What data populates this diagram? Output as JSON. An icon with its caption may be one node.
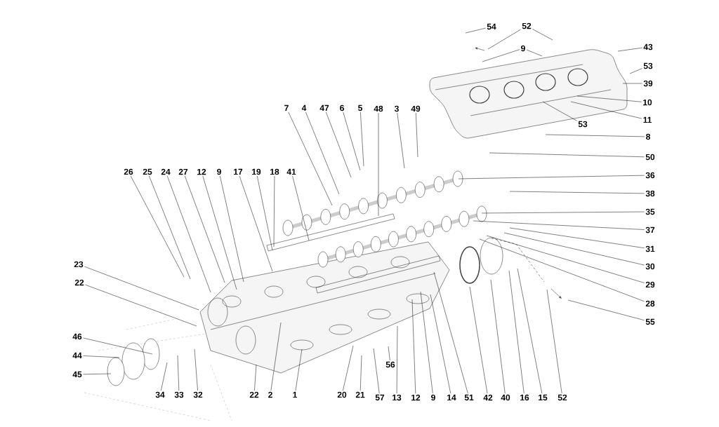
{
  "diagram": {
    "nodes": [
      {
        "text": [
          "54"
        ]
      },
      {
        "text": [
          "52"
        ]
      },
      {
        "text": [
          "43"
        ]
      },
      {
        "text": [
          "9"
        ]
      },
      {
        "text": [
          "53"
        ]
      },
      {
        "text": [
          "39"
        ]
      },
      {
        "text": [
          "10"
        ]
      },
      {
        "text": [
          "7"
        ]
      },
      {
        "text": [
          "4"
        ]
      },
      {
        "text": [
          "47"
        ]
      },
      {
        "text": [
          "6"
        ]
      },
      {
        "text": [
          "5"
        ]
      },
      {
        "text": [
          "48"
        ]
      },
      {
        "text": [
          "3"
        ]
      },
      {
        "text": [
          "49"
        ]
      },
      {
        "text": [
          "11"
        ]
      },
      {
        "text": [
          "53"
        ]
      },
      {
        "text": [
          "8"
        ]
      },
      {
        "text": [
          "50"
        ]
      },
      {
        "text": [
          "26"
        ]
      },
      {
        "text": [
          "25"
        ]
      },
      {
        "text": [
          "24"
        ]
      },
      {
        "text": [
          "27"
        ]
      },
      {
        "text": [
          "12"
        ]
      },
      {
        "text": [
          "9"
        ]
      },
      {
        "text": [
          "17"
        ]
      },
      {
        "text": [
          "19"
        ]
      },
      {
        "text": [
          "18"
        ]
      },
      {
        "text": [
          "41"
        ]
      },
      {
        "text": [
          "36"
        ]
      },
      {
        "text": [
          "38"
        ]
      },
      {
        "text": [
          "35"
        ]
      },
      {
        "text": [
          "37"
        ]
      },
      {
        "text": [
          "31"
        ]
      },
      {
        "text": [
          "30"
        ]
      },
      {
        "text": [
          "23"
        ]
      },
      {
        "text": [
          "29"
        ]
      },
      {
        "text": [
          "22"
        ]
      },
      {
        "text": [
          "28"
        ]
      },
      {
        "text": [
          "55"
        ]
      },
      {
        "text": [
          "46"
        ]
      },
      {
        "text": [
          "44"
        ]
      },
      {
        "text": [
          "56"
        ]
      },
      {
        "text": [
          "45"
        ]
      },
      {
        "text": [
          "34"
        ]
      },
      {
        "text": [
          "33"
        ]
      },
      {
        "text": [
          "32"
        ]
      },
      {
        "text": [
          "22"
        ]
      },
      {
        "text": [
          "2"
        ]
      },
      {
        "text": [
          "1"
        ]
      },
      {
        "text": [
          "20"
        ]
      },
      {
        "text": [
          "21"
        ]
      },
      {
        "text": [
          "57"
        ]
      },
      {
        "text": [
          "13"
        ]
      },
      {
        "text": [
          "12"
        ]
      },
      {
        "text": [
          "9"
        ]
      },
      {
        "text": [
          "14"
        ]
      },
      {
        "text": [
          "51"
        ]
      },
      {
        "text": [
          "42"
        ]
      },
      {
        "text": [
          "40"
        ]
      },
      {
        "text": [
          "16"
        ]
      },
      {
        "text": [
          "15"
        ]
      },
      {
        "text": [
          "52"
        ]
      }
    ],
    "edges": [
      {
        "from": 0,
        "to": null,
        "arrow": "none"
      },
      {
        "from": 1,
        "to": null,
        "arrow": "none"
      },
      {
        "from": 1,
        "to": null,
        "arrow": "none"
      },
      {
        "from": 2,
        "to": null,
        "arrow": "none"
      },
      {
        "from": 3,
        "to": null,
        "arrow": "none"
      },
      {
        "from": 3,
        "to": null,
        "arrow": "none"
      },
      {
        "from": 4,
        "to": null,
        "arrow": "none"
      },
      {
        "from": 5,
        "to": null,
        "arrow": "none"
      },
      {
        "from": 6,
        "to": null,
        "arrow": "none"
      },
      {
        "from": 7,
        "to": null,
        "arrow": "none"
      },
      {
        "from": 8,
        "to": null,
        "arrow": "none"
      },
      {
        "from": 9,
        "to": null,
        "arrow": "none"
      },
      {
        "from": 10,
        "to": null,
        "arrow": "none"
      },
      {
        "from": 11,
        "to": null,
        "arrow": "none"
      },
      {
        "from": 12,
        "to": null,
        "arrow": "none"
      },
      {
        "from": 13,
        "to": null,
        "arrow": "none"
      },
      {
        "from": 14,
        "to": null,
        "arrow": "none"
      },
      {
        "from": 15,
        "to": null,
        "arrow": "none"
      },
      {
        "from": 16,
        "to": null,
        "arrow": "none"
      },
      {
        "from": 17,
        "to": null,
        "arrow": "none"
      },
      {
        "from": 18,
        "to": null,
        "arrow": "none"
      },
      {
        "from": 19,
        "to": null,
        "arrow": "none"
      },
      {
        "from": 20,
        "to": null,
        "arrow": "none"
      },
      {
        "from": 21,
        "to": null,
        "arrow": "none"
      },
      {
        "from": 22,
        "to": null,
        "arrow": "none"
      },
      {
        "from": 23,
        "to": null,
        "arrow": "none"
      },
      {
        "from": 24,
        "to": null,
        "arrow": "none"
      },
      {
        "from": 25,
        "to": null,
        "arrow": "none"
      },
      {
        "from": 26,
        "to": null,
        "arrow": "none"
      },
      {
        "from": 27,
        "to": null,
        "arrow": "none"
      },
      {
        "from": 28,
        "to": null,
        "arrow": "none"
      },
      {
        "from": 29,
        "to": null,
        "arrow": "none"
      },
      {
        "from": 30,
        "to": null,
        "arrow": "none"
      },
      {
        "from": 31,
        "to": null,
        "arrow": "none"
      },
      {
        "from": 32,
        "to": null,
        "arrow": "none"
      },
      {
        "from": 33,
        "to": null,
        "arrow": "none"
      },
      {
        "from": 34,
        "to": null,
        "arrow": "none"
      },
      {
        "from": 35,
        "to": null,
        "arrow": "none"
      },
      {
        "from": 36,
        "to": null,
        "arrow": "none"
      },
      {
        "from": 37,
        "to": null,
        "arrow": "none"
      },
      {
        "from": 38,
        "to": null,
        "arrow": "none"
      },
      {
        "from": 39,
        "to": null,
        "arrow": "none"
      },
      {
        "from": 40,
        "to": null,
        "arrow": "none"
      },
      {
        "from": 41,
        "to": null,
        "arrow": "none"
      },
      {
        "from": 42,
        "to": null,
        "arrow": "none"
      },
      {
        "from": 43,
        "to": null,
        "arrow": "none"
      },
      {
        "from": 44,
        "to": null,
        "arrow": "none"
      },
      {
        "from": 45,
        "to": null,
        "arrow": "none"
      },
      {
        "from": 46,
        "to": null,
        "arrow": "none"
      },
      {
        "from": 47,
        "to": null,
        "arrow": "none"
      },
      {
        "from": 48,
        "to": null,
        "arrow": "none"
      },
      {
        "from": 49,
        "to": null,
        "arrow": "none"
      },
      {
        "from": 50,
        "to": null,
        "arrow": "none"
      },
      {
        "from": 51,
        "to": null,
        "arrow": "none"
      },
      {
        "from": 52,
        "to": null,
        "arrow": "none"
      },
      {
        "from": 53,
        "to": null,
        "arrow": "none"
      },
      {
        "from": 54,
        "to": null,
        "arrow": "none"
      },
      {
        "from": 55,
        "to": null,
        "arrow": "none"
      },
      {
        "from": 56,
        "to": null,
        "arrow": "none"
      },
      {
        "from": 57,
        "to": null,
        "arrow": "none"
      },
      {
        "from": 58,
        "to": null,
        "arrow": "none"
      },
      {
        "from": 59,
        "to": null,
        "arrow": "none"
      },
      {
        "from": 60,
        "to": null,
        "arrow": "none"
      },
      {
        "from": 61,
        "to": null,
        "arrow": "none"
      },
      {
        "from": 62,
        "to": null,
        "arrow": "none"
      }
    ]
  }
}
